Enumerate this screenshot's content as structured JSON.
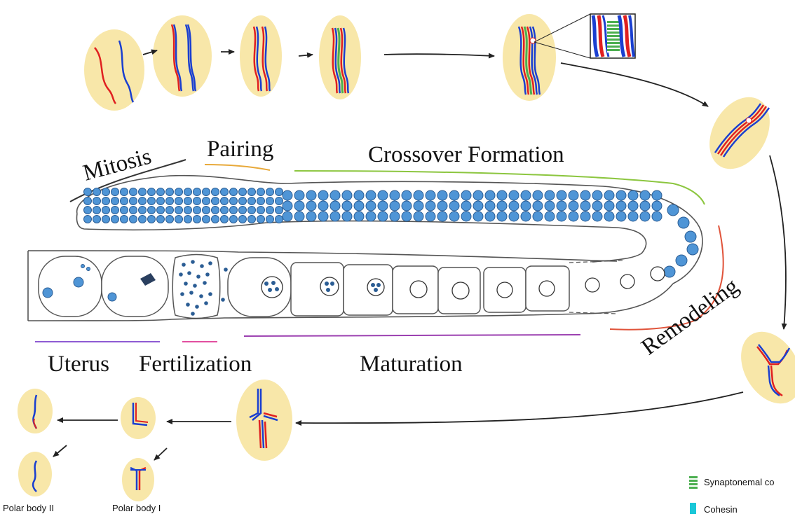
{
  "stages": {
    "mitosis": "Mitosis",
    "pairing": "Pairing",
    "crossover": "Crossover Formation",
    "remodeling": "Remodeling",
    "uterus": "Uterus",
    "fertilization": "Fertilization",
    "maturation": "Maturation"
  },
  "polar_bodies": {
    "second": "Polar body II",
    "first": "Polar body I"
  },
  "legend": {
    "synaptonemal": "Synaptonemal co",
    "cohesin": "Cohesin"
  },
  "colors": {
    "maternal": "#e02020",
    "paternal": "#1a3fd0",
    "synaptonemal": "#4caf50",
    "cohesin": "#19c7d8",
    "mitosis_line": "#333333",
    "pairing_line": "#e8a93a",
    "crossover_line": "#8cc63f",
    "remodeling_line": "#e0533a",
    "maturation_line": "#9b3fb0",
    "fertilization_line": "#e24fa0",
    "uterus_line": "#8e5bd3",
    "cell_background": "#f8e7a9"
  }
}
